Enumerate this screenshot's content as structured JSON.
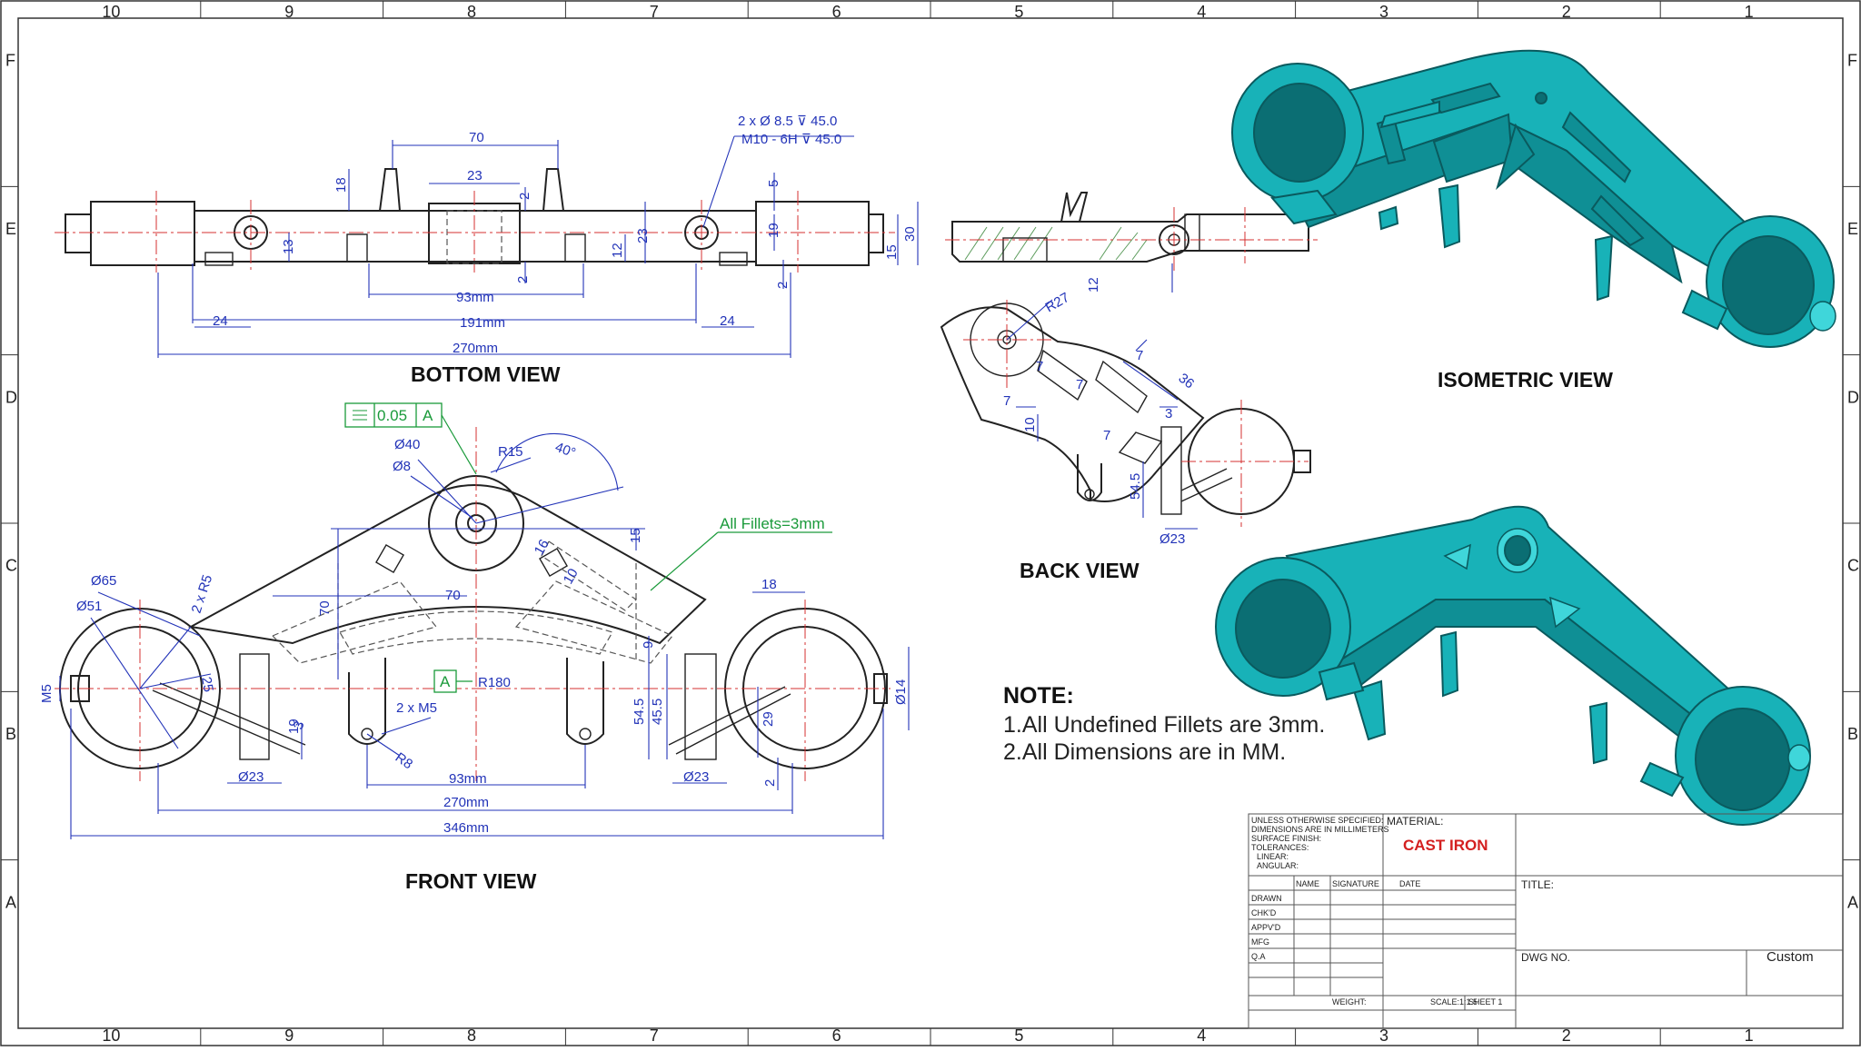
{
  "zones": {
    "columns": [
      "10",
      "9",
      "8",
      "7",
      "6",
      "5",
      "4",
      "3",
      "2",
      "1"
    ],
    "rows": [
      "F",
      "E",
      "D",
      "C",
      "B",
      "A"
    ]
  },
  "views": {
    "bottom": "BOTTOM VIEW",
    "front": "FRONT VIEW",
    "back": "BACK VIEW",
    "iso": "ISOMETRIC VIEW"
  },
  "bottom_dims": {
    "d70": "70",
    "d23": "23",
    "d18": "18",
    "d2a": "2",
    "d5": "5",
    "d13": "13",
    "d2b": "2",
    "d12": "12",
    "d23b": "23",
    "d19": "19",
    "d15": "15",
    "d30": "30",
    "d2c": "2",
    "d93": "93mm",
    "d191": "191mm",
    "d270": "270mm",
    "d24a": "24",
    "d24b": "24",
    "hole1": "2 x Ø 8.5 ⊽ 45.0",
    "hole2": "M10 - 6H ⊽ 45.0"
  },
  "front_dims": {
    "flat": "0.05",
    "datum": "A",
    "d40": "Ø40",
    "d8": "Ø8",
    "r15": "R15",
    "a40": "40°",
    "fillets": "All Fillets=3mm",
    "d65": "Ø65",
    "d51": "Ø51",
    "r5": "2 x R5",
    "r25": "25",
    "m5": "M5",
    "d70v": "70",
    "d70h": "70",
    "d15": "15",
    "d16": "16",
    "d10": "10",
    "d18": "18",
    "d9": "9",
    "d19": "19",
    "d3": "3",
    "r180": "R180",
    "m5x": "2 x M5",
    "r8": "R8",
    "d545": "54.5",
    "d455": "45.5",
    "d29": "29",
    "d2": "2",
    "d14": "Ø14",
    "d23a": "Ø23",
    "d23b": "Ø23",
    "d93": "93mm",
    "d270": "270mm",
    "d346": "346mm"
  },
  "back_dims": {
    "r27": "R27",
    "d7a": "7",
    "d7b": "7",
    "d7c": "7",
    "d7d": "7",
    "d7e": "7",
    "d36": "36",
    "d3": "3",
    "d10": "10",
    "d12": "12",
    "d545": "54.5",
    "d23": "Ø23"
  },
  "note": {
    "title": "NOTE:",
    "line1": "1.All Undefined Fillets are 3mm.",
    "line2": "2.All Dimensions are in MM."
  },
  "title_block": {
    "spec1": "UNLESS OTHERWISE SPECIFIED:",
    "spec2": "DIMENSIONS ARE IN MILLIMETERS",
    "spec3": "SURFACE FINISH:",
    "spec4": "TOLERANCES:",
    "spec5": "LINEAR:",
    "spec6": "ANGULAR:",
    "material_label": "MATERIAL:",
    "material": "CAST IRON",
    "name": "NAME",
    "signature": "SIGNATURE",
    "date": "DATE",
    "title_label": "TITLE:",
    "drawn": "DRAWN",
    "chkd": "CHK'D",
    "appvd": "APPV'D",
    "mfg": "MFG",
    "qa": "Q.A",
    "dwg_no": "DWG NO.",
    "size": "Custom",
    "weight": "WEIGHT:",
    "scale": "SCALE:1:1.5",
    "sheet": "SHEET 1"
  },
  "colors": {
    "model": "#18b2b8",
    "dimension": "#2233b8",
    "centerline": "#d43030",
    "gdt": "#1a9a3a",
    "material": "#d42020"
  }
}
